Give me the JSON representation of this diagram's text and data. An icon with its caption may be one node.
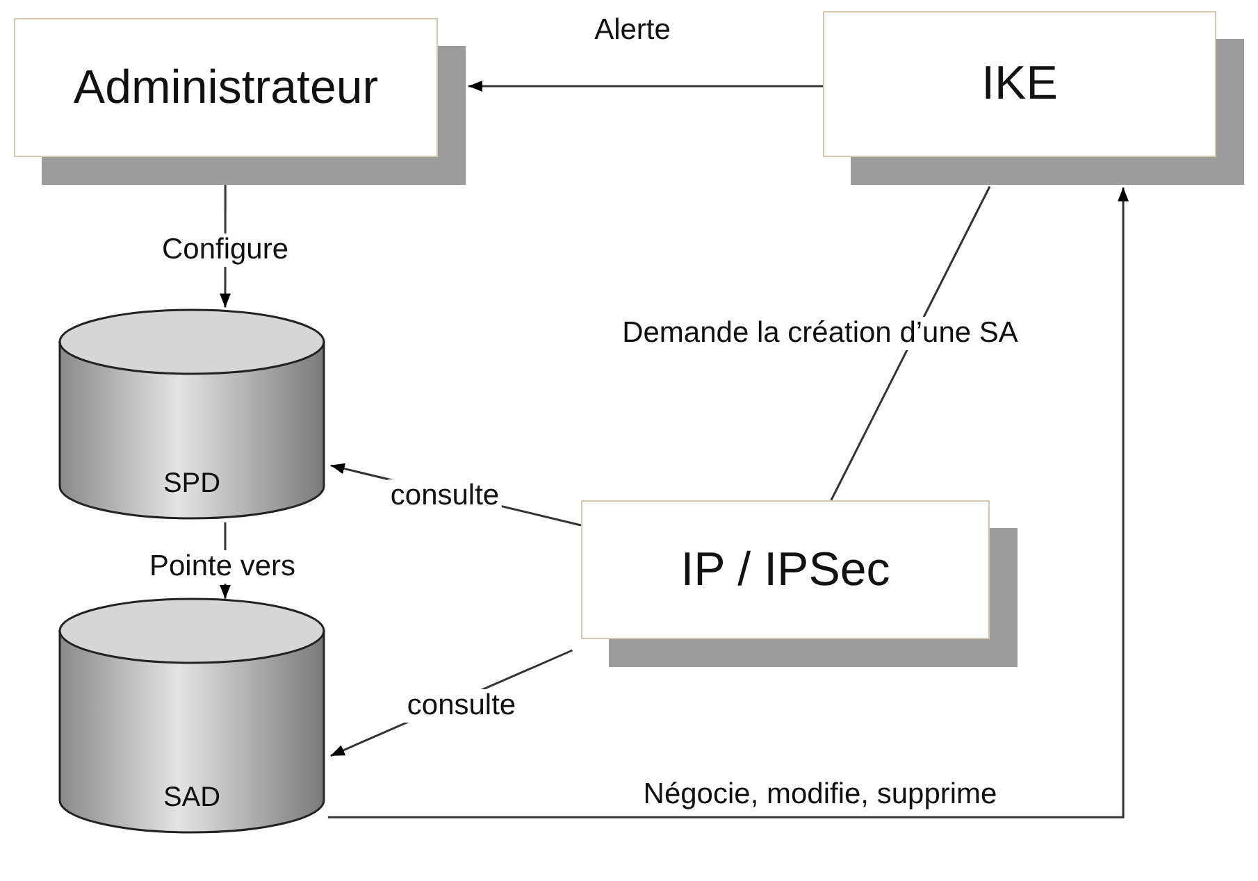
{
  "diagram": {
    "nodes": [
      {
        "text": [
          "Administrateur"
        ]
      },
      {
        "text": [
          "IKE"
        ]
      },
      {
        "text": [
          "SPD"
        ]
      },
      {
        "text": [
          "IP / IPSec"
        ]
      },
      {
        "text": [
          "SAD"
        ]
      }
    ],
    "edges": [
      {
        "from": 1,
        "to": 0,
        "arrow": "to",
        "label": "Alerte"
      },
      {
        "from": 0,
        "to": 2,
        "arrow": "to",
        "label": "Configure"
      },
      {
        "from": 2,
        "to": 4,
        "arrow": "to",
        "label": "Pointe vers"
      },
      {
        "from": 3,
        "to": 2,
        "arrow": "to",
        "label": "consulte"
      },
      {
        "from": 3,
        "to": 4,
        "arrow": "to",
        "label": "consulte"
      },
      {
        "from": 3,
        "to": 1,
        "arrow": "none",
        "label": "Demande la création d’une SA"
      },
      {
        "from": 4,
        "to": 1,
        "arrow": "to",
        "label": "Négocie, modifie, supprime"
      }
    ]
  }
}
